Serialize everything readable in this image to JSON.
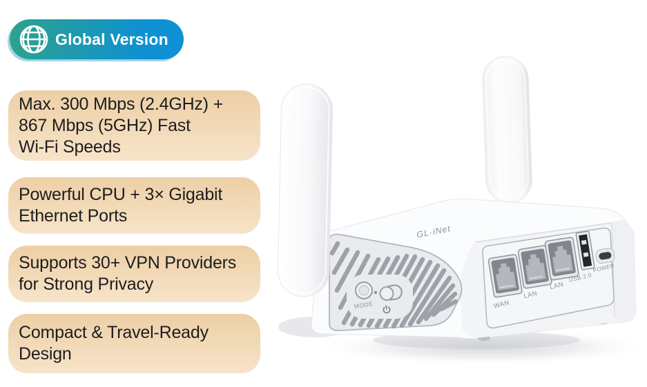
{
  "badge": {
    "label": "Global Version",
    "icon": "globe"
  },
  "features": [
    {
      "lines": [
        "Max. 300 Mbps (2.4GHz) +",
        "867 Mbps (5GHz) Fast",
        "Wi-Fi Speeds"
      ]
    },
    {
      "lines": [
        "Powerful CPU + 3× Gigabit",
        "Ethernet Ports"
      ]
    },
    {
      "lines": [
        "Supports 30+ VPN Providers",
        "for Strong Privacy"
      ]
    },
    {
      "lines": [
        "Compact & Travel-Ready",
        "Design"
      ]
    }
  ],
  "router": {
    "brand": "GL·iNet",
    "labels": {
      "mode": "MODE",
      "wan": "WAN",
      "lan1": "LAN",
      "lan2": "LAN",
      "usb": "USB 2.0",
      "power": "POWER"
    }
  },
  "colors": {
    "badge_from": "#2EA28C",
    "badge_to": "#0E90D3",
    "box_top": "#EDCFA5",
    "box_bottom": "#F7E4C9",
    "feature_text": "#1D1D1F"
  }
}
